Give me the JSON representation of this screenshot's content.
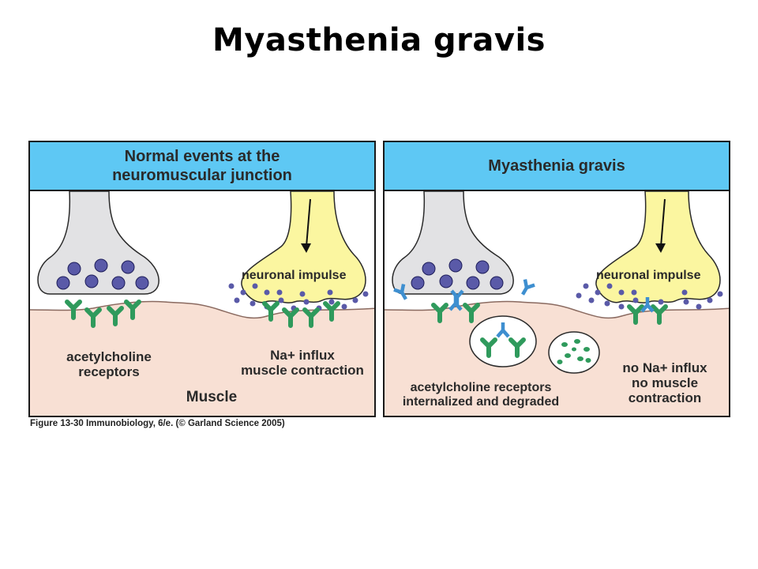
{
  "slide": {
    "title": "Myasthenia gravis"
  },
  "left_panel": {
    "header": "Normal events at the\nneuromuscular junction",
    "impulse_label": "neuronal impulse",
    "receptors_label": "acetylcholine\nreceptors",
    "influx_label": "Na+ influx\nmuscle contraction",
    "muscle_label": "Muscle"
  },
  "right_panel": {
    "header": "Myasthenia gravis",
    "impulse_label": "neuronal impulse",
    "internalized_label": "acetylcholine receptors\ninternalized and degraded",
    "no_influx_label": "no Na+ influx\nno muscle\ncontraction"
  },
  "caption": "Figure 13-30 Immunobiology, 6/e. (© Garland Science 2005)",
  "colors": {
    "header_blue": "#5ec8f4",
    "muscle_pink": "#f8e0d4",
    "neuron_gray": "#e2e2e4",
    "neuron_yellow": "#fbf6a0",
    "vesicle_purple": "#5a5aa8",
    "receptor_green": "#2f9a5c",
    "antibody_blue": "#3e8fd0"
  },
  "icons": [
    "arrow-down-icon",
    "receptor-icon",
    "antibody-icon",
    "vesicle-icon"
  ]
}
